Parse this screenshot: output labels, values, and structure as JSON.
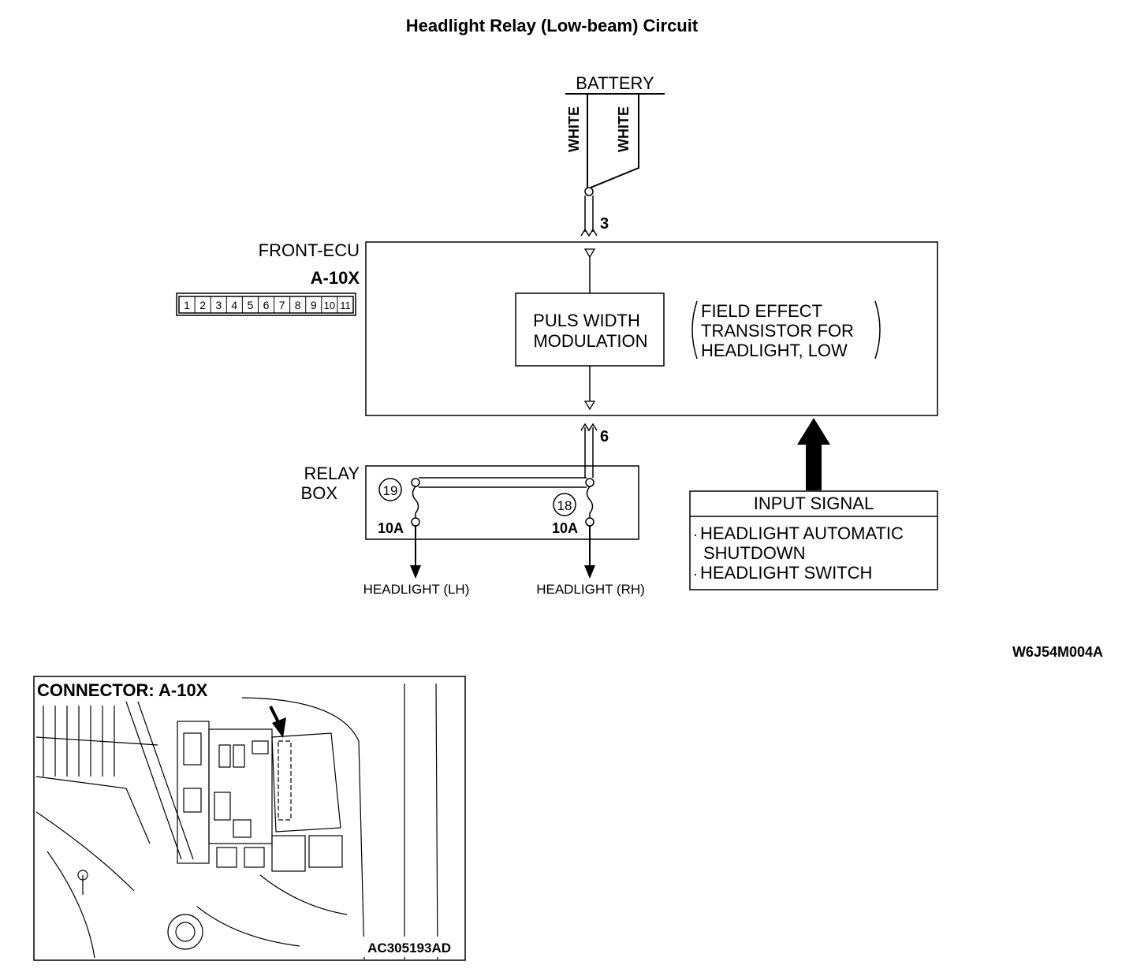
{
  "title": "Headlight Relay (Low-beam) Circuit",
  "battery": {
    "label": "BATTERY",
    "wire_left": "WHITE",
    "wire_right": "WHITE"
  },
  "ecu": {
    "name": "FRONT-ECU",
    "connector": "A-10X",
    "pins": [
      "1",
      "2",
      "3",
      "4",
      "5",
      "6",
      "7",
      "8",
      "9",
      "10",
      "11"
    ],
    "terminal_in": "3",
    "terminal_out": "6",
    "module_line1": "PULS WIDTH",
    "module_line2": "MODULATION",
    "note_line1": "FIELD EFFECT",
    "note_line2": "TRANSISTOR FOR",
    "note_line3": "HEADLIGHT, LOW"
  },
  "relay_box": {
    "line1": "RELAY",
    "line2": "BOX",
    "fuse_left": {
      "number": "19",
      "rating": "10A",
      "output": "HEADLIGHT (LH)"
    },
    "fuse_right": {
      "number": "18",
      "rating": "10A",
      "output": "HEADLIGHT (RH)"
    }
  },
  "input_signal": {
    "header": "INPUT SIGNAL",
    "item1_line1": "HEADLIGHT AUTOMATIC",
    "item1_line2": "SHUTDOWN",
    "item2": "HEADLIGHT SWITCH"
  },
  "diagram_code": "W6J54M004A",
  "connector_photo": {
    "title": "CONNECTOR: A-10X",
    "code": "AC305193AD"
  }
}
